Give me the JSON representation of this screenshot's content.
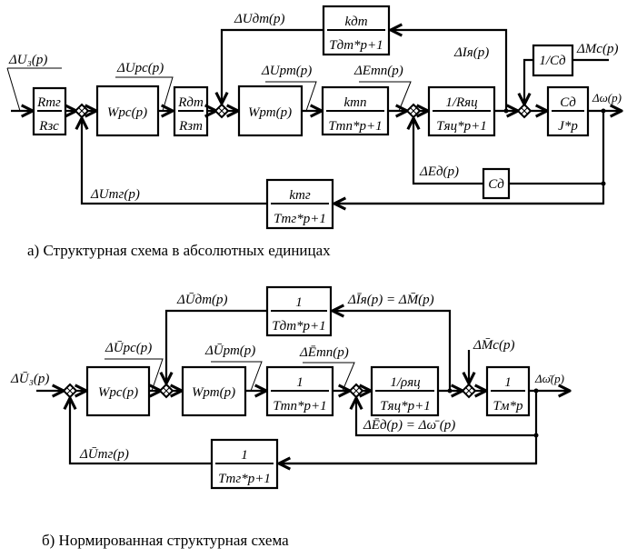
{
  "diagram_a": {
    "caption": "а) Структурная схема в абсолютных единицах",
    "signals": {
      "u_z": "ΔU₃(p)",
      "u_rs": "ΔUрс(p)",
      "u_dt": "ΔUдт(p)",
      "u_rt": "ΔUрт(p)",
      "e_tp": "ΔEтп(p)",
      "i_ya": "ΔIя(p)",
      "m_c": "ΔMс(p)",
      "omega": "Δω(p)",
      "e_d": "ΔEд(p)",
      "u_tg": "ΔUтг(p)"
    },
    "blocks": {
      "r_ratio": {
        "num": "Rтг",
        "den": "Rзс"
      },
      "w_rs": "Wрс(p)",
      "r_ratio2": {
        "num": "Rдт",
        "den": "Rзт"
      },
      "w_rt": "Wрт(p)",
      "k_tp": {
        "num": "kтп",
        "den": "Tтп*p+1"
      },
      "k_dt": {
        "num": "kдт",
        "den": "Tдт*p+1"
      },
      "r_yac": {
        "num": "1/Rяц",
        "den": "Tяц*p+1"
      },
      "inv_cd": "1/Cд",
      "cd_j": {
        "num": "Cд",
        "den": "J*p"
      },
      "cd": "Cд",
      "k_tg": {
        "num": "kтг",
        "den": "Tтг*p+1"
      }
    }
  },
  "diagram_b": {
    "caption": "б) Нормированная структурная схема",
    "signals": {
      "u_z": "ΔŪ₃(p)",
      "u_rs": "ΔŪрс(p)",
      "u_dt": "ΔŪдт(p)",
      "u_rt": "ΔŪрт(p)",
      "e_tp": "ΔĒтп(p)",
      "i_ya": "ΔĪя(p) = ΔM̄(p)",
      "m_c": "ΔM̄с(p)",
      "omega": "Δω̄(p)",
      "e_d": "ΔĒд(p) = Δω̄  (p)",
      "u_tg": "ΔŪтг(p)"
    },
    "blocks": {
      "w_rs": "Wрс(p)",
      "w_rt": "Wрт(p)",
      "tp": {
        "num": "1",
        "den": "Tтп*p+1"
      },
      "dt": {
        "num": "1",
        "den": "Tдт*p+1"
      },
      "rho": {
        "num": "1/ρяц",
        "den": "Tяц*p+1"
      },
      "tm": {
        "num": "1",
        "den": "Tм*p"
      },
      "tg": {
        "num": "1",
        "den": "Tтг*p+1"
      }
    }
  }
}
